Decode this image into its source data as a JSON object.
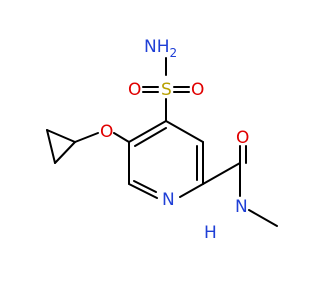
{
  "atoms": {
    "amine_nh2": {
      "label": "NH",
      "sub": "2",
      "color": "#1f3fd6"
    },
    "sulfur": {
      "label": "S",
      "color": "#b8a000"
    },
    "oxygen_s_left": {
      "label": "O",
      "color": "#e00000"
    },
    "oxygen_s_right": {
      "label": "O",
      "color": "#e00000"
    },
    "ether_oxygen": {
      "label": "O",
      "color": "#e00000"
    },
    "ring_nitrogen": {
      "label": "N",
      "color": "#1f3fd6"
    },
    "carbonyl_oxygen": {
      "label": "O",
      "color": "#e00000"
    },
    "amide_nh": {
      "label": "N",
      "color": "#1f3fd6"
    },
    "amide_h": {
      "label": "H",
      "color": "#1f3fd6"
    }
  },
  "colors": {
    "bond": "#000000",
    "nitrogen": "#1f3fd6",
    "oxygen": "#e00000",
    "sulfur": "#b8a000"
  }
}
